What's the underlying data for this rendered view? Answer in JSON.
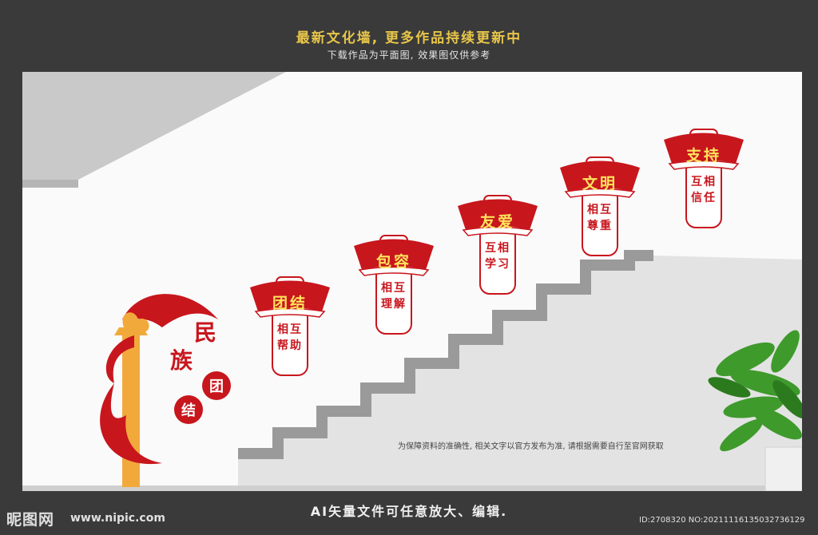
{
  "header": {
    "title": "最新文化墙, 更多作品持续更新中",
    "subtitle": "下载作品为平面图, 效果图仅供参考"
  },
  "emblem": {
    "chars": [
      "民",
      "族",
      "团",
      "结"
    ]
  },
  "signs": [
    {
      "title": "团结",
      "body": [
        "相互",
        "帮助"
      ]
    },
    {
      "title": "包容",
      "body": [
        "相互",
        "理解"
      ]
    },
    {
      "title": "友爱",
      "body": [
        "互相",
        "学习"
      ]
    },
    {
      "title": "文明",
      "body": [
        "相互",
        "尊重"
      ]
    },
    {
      "title": "支持",
      "body": [
        "互相",
        "信任"
      ]
    }
  ],
  "note": "为保障资料的准确性, 相关文字以官方发布为准, 请根据需要自行至官网获取",
  "footer": {
    "caption": "AI矢量文件可任意放大、编辑.",
    "logo": "昵图网",
    "url": "www.nipic.com",
    "id_text": "ID:2708320 NO:20211116135032736129"
  },
  "colors": {
    "brand_red": "#c8161d",
    "title_yellow": "#ffe45c",
    "column_orange": "#f2a93b",
    "wall": "#fafafa",
    "stairs": "#d9d9d9",
    "frame": "#3a3a3a"
  }
}
